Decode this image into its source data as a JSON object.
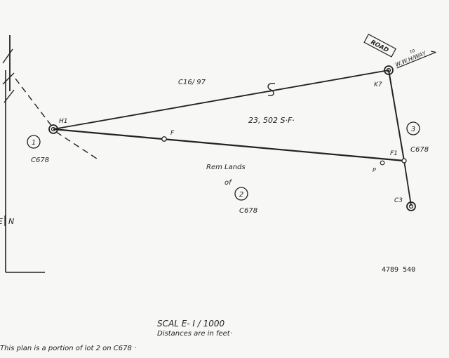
{
  "plan": {
    "points": {
      "h1": "H1",
      "k7": "K7",
      "f1": "F1",
      "c3": "C3",
      "f": "F",
      "p": "P"
    },
    "parcels": {
      "lot1": {
        "number": "1",
        "ref": "C678"
      },
      "lot2": {
        "number": "2",
        "ref": "C678",
        "line1": "Rem  Lands",
        "line2": "of"
      },
      "lot3": {
        "number": "3",
        "ref": "C678"
      }
    },
    "area": "23, 502  S·F·",
    "boundary_ref": "C16/ 97",
    "road": {
      "label": "ROAD",
      "to_label": "to",
      "dest": "W.W.H/WAY"
    },
    "north": "N",
    "north_left": "E",
    "file_number": "4789 540",
    "scale": "SCAL E- I / 1000",
    "distances_note": "Distances are in feet·",
    "footer_note": "This plan is a portion of lot 2 on C678  ·"
  }
}
